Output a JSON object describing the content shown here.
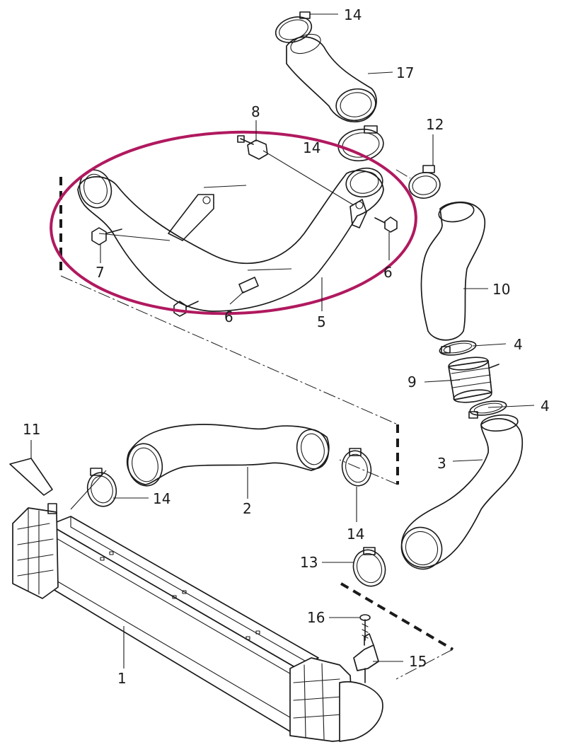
{
  "diagram": {
    "highlight_color": "#b0195f",
    "line_color": "#1a1a1a",
    "callouts": [
      {
        "id": "c1",
        "text": "1"
      },
      {
        "id": "c2",
        "text": "2"
      },
      {
        "id": "c3",
        "text": "3"
      },
      {
        "id": "c4a",
        "text": "4"
      },
      {
        "id": "c4b",
        "text": "4"
      },
      {
        "id": "c5",
        "text": "5"
      },
      {
        "id": "c6a",
        "text": "6"
      },
      {
        "id": "c6b",
        "text": "6"
      },
      {
        "id": "c7",
        "text": "7"
      },
      {
        "id": "c8",
        "text": "8"
      },
      {
        "id": "c9",
        "text": "9"
      },
      {
        "id": "c10",
        "text": "10"
      },
      {
        "id": "c11",
        "text": "11"
      },
      {
        "id": "c12",
        "text": "12"
      },
      {
        "id": "c13",
        "text": "13"
      },
      {
        "id": "c14a",
        "text": "14"
      },
      {
        "id": "c14b",
        "text": "14"
      },
      {
        "id": "c14c",
        "text": "14"
      },
      {
        "id": "c14d",
        "text": "14"
      },
      {
        "id": "c15",
        "text": "15"
      },
      {
        "id": "c16",
        "text": "16"
      },
      {
        "id": "c17",
        "text": "17"
      }
    ]
  }
}
